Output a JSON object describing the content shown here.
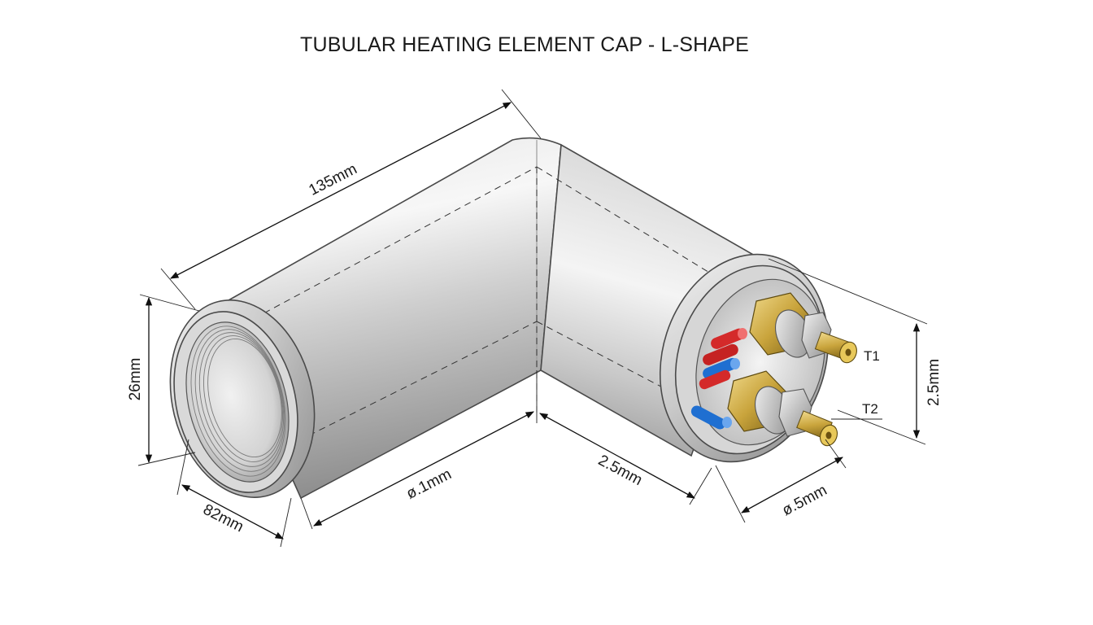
{
  "title": "TUBULAR HEATING ELEMENT CAP - L-SHAPE",
  "dimensions": {
    "length_top": "135mm",
    "height_left": "26mm",
    "width_bottom_left": "82mm",
    "diameter_bottom": "ø.1mm",
    "offset_bottom_right": "2.5mm",
    "diameter_terminal_face": "ø.5mm",
    "height_right": "2.5mm"
  },
  "terminals": {
    "t1": "T1",
    "t2": "T2"
  },
  "colors": {
    "steel_light": "#f2f2f2",
    "steel_mid": "#c4c4c4",
    "steel_dark": "#8a8a8a",
    "brass": "#c9a43c",
    "wire_red": "#d42a2a",
    "wire_blue": "#1f6fd1"
  }
}
